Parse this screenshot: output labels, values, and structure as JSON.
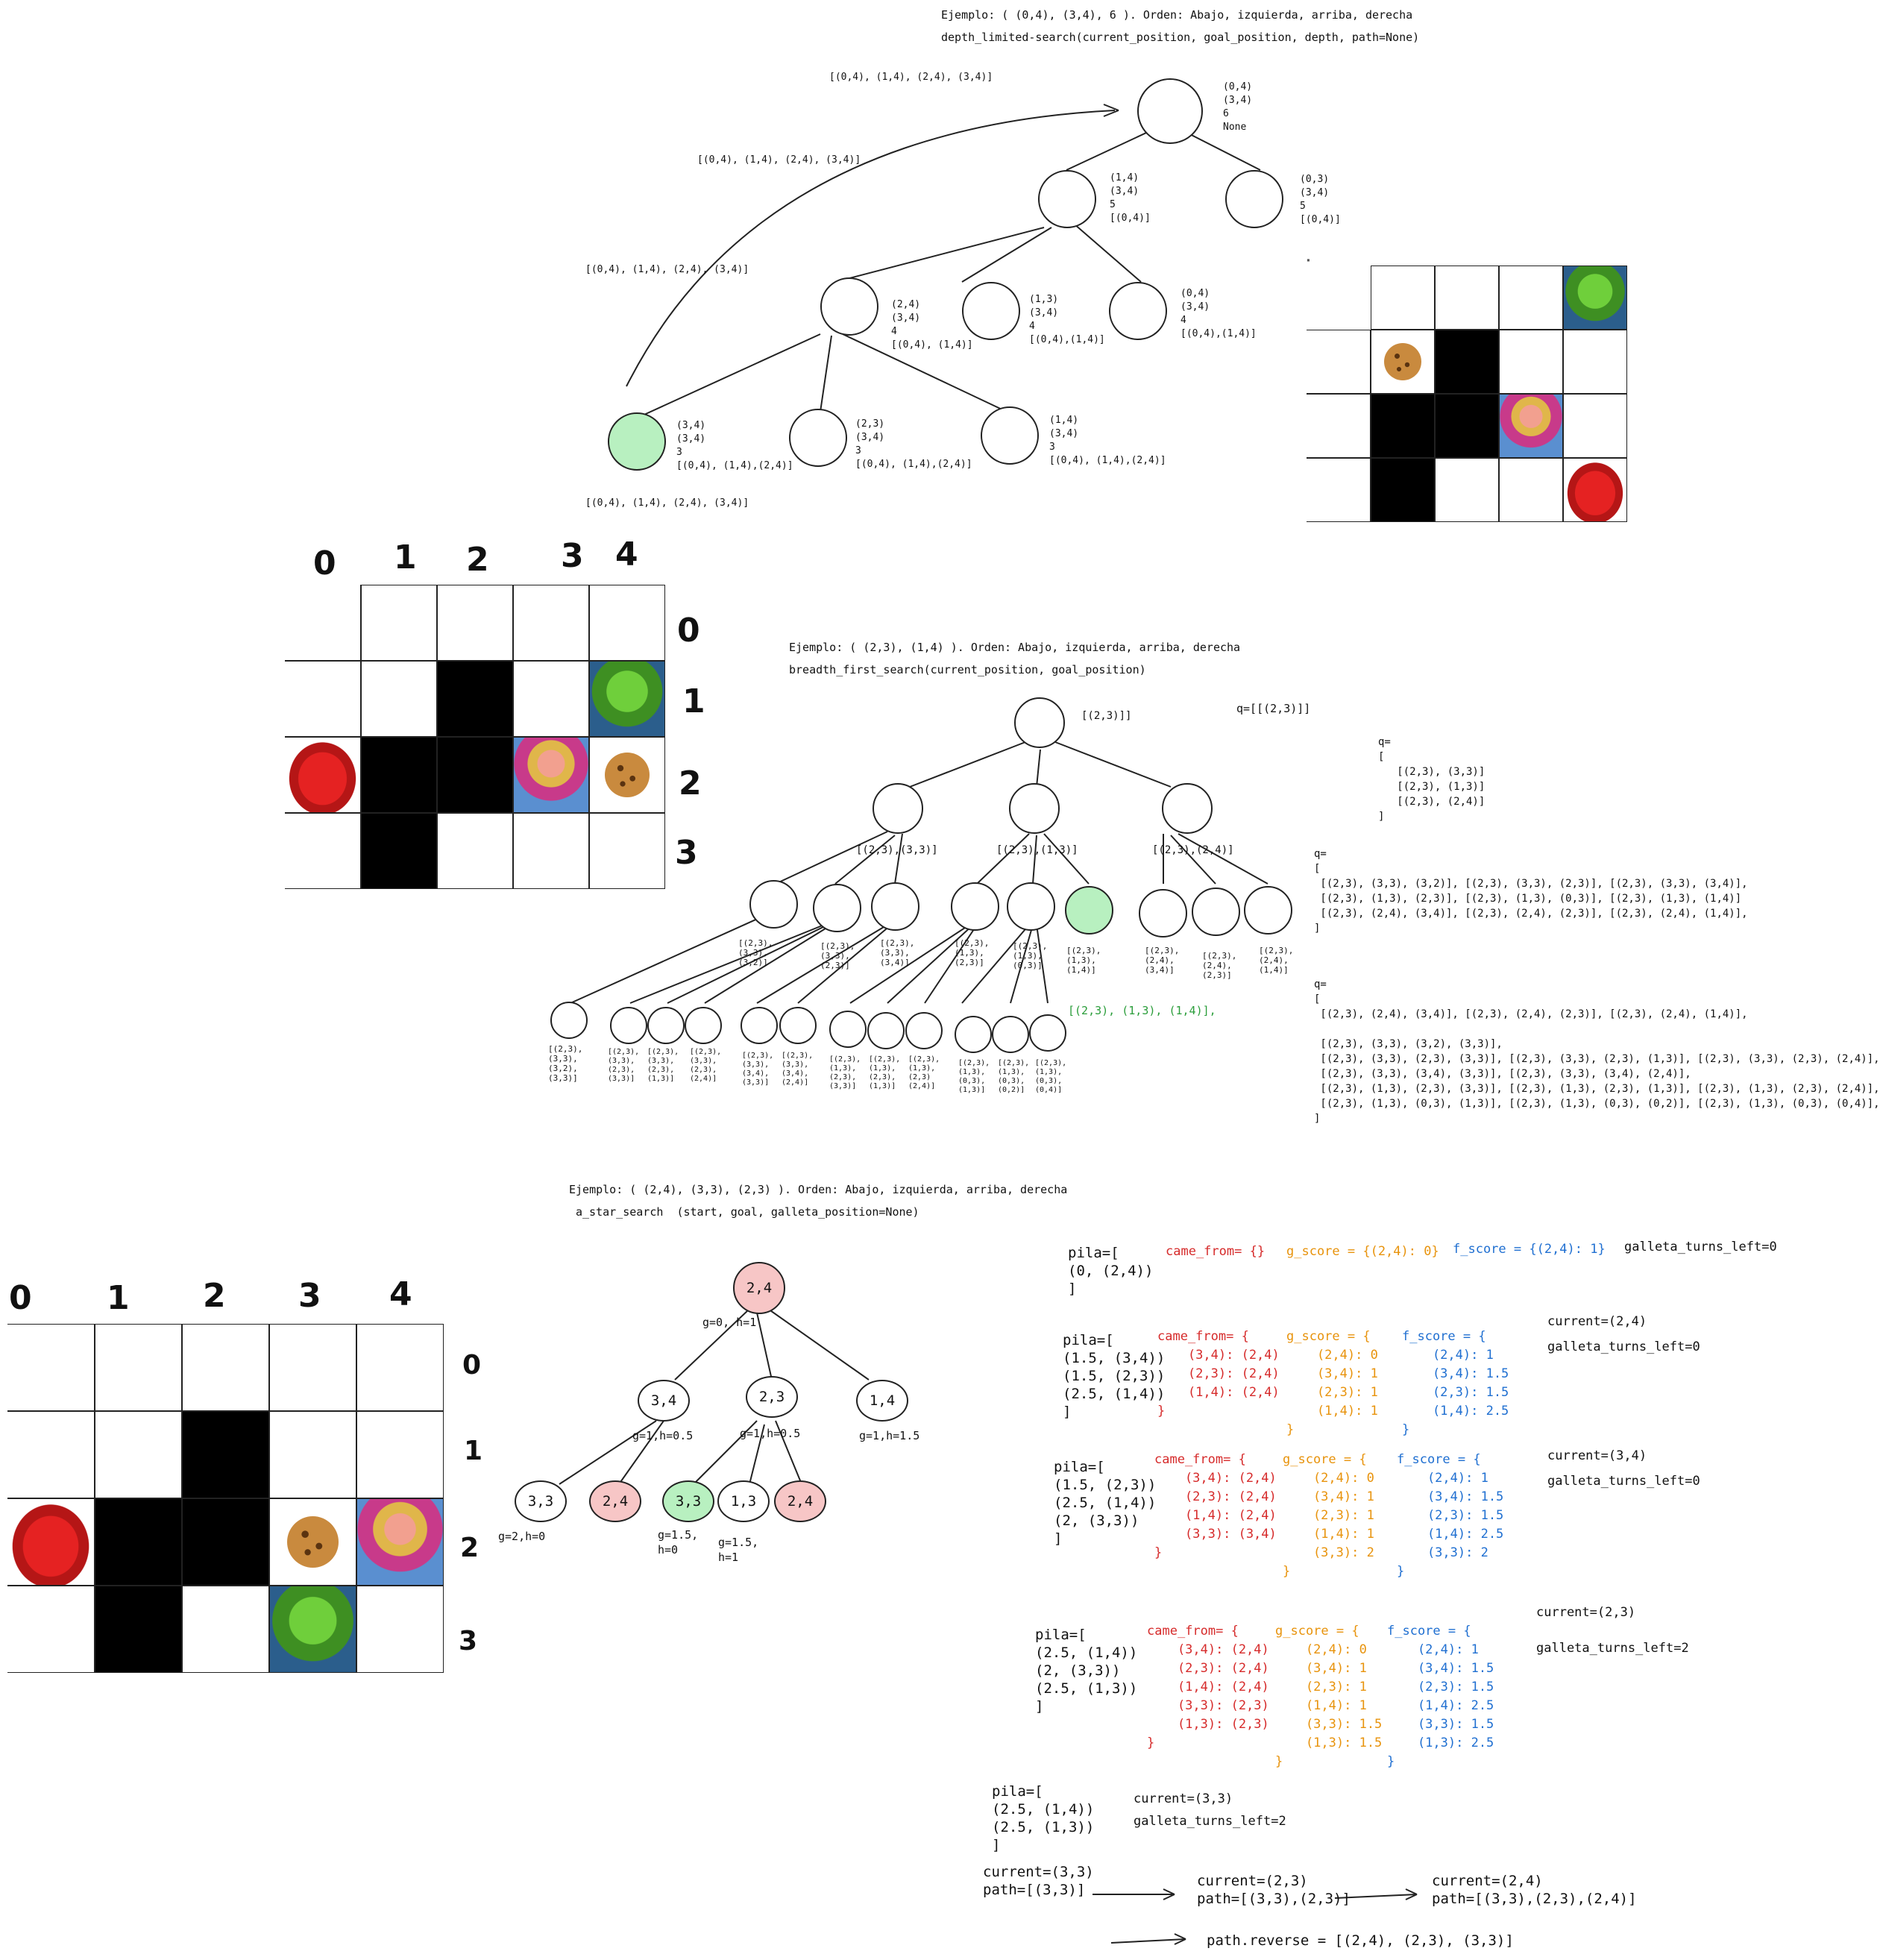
{
  "dls": {
    "title": "Ejemplo: ( (0,4), (3,4), 6 ). Orden: Abajo, izquierda, arriba, derecha",
    "signature": "depth_limited-search(current_position, goal_position, depth, path=None)",
    "arrow_labels": [
      "[(0,4), (1,4), (2,4), (3,4)]",
      "[(0,4), (1,4), (2,4), (3,4)]",
      "[(0,4), (1,4), (2,4), (3,4)]",
      "[(0,4), (1,4), (2,4), (3,4)]"
    ],
    "nodes": [
      {
        "label": "(0,4)\n(3,4)\n6\nNone"
      },
      {
        "label": "(1,4)\n(3,4)\n5\n[(0,4)]"
      },
      {
        "label": "(0,3)\n(3,4)\n5\n[(0,4)]"
      },
      {
        "label": "(2,4)\n(3,4)\n4\n[(0,4), (1,4)]"
      },
      {
        "label": "(1,3)\n(3,4)\n4\n[(0,4),(1,4)]"
      },
      {
        "label": "(0,4)\n(3,4)\n4\n[(0,4),(1,4)]"
      },
      {
        "label": "(3,4)\n(3,4)\n3\n[(0,4), (1,4),(2,4)]"
      },
      {
        "label": "(2,3)\n(3,4)\n3\n[(0,4), (1,4),(2,4)]"
      },
      {
        "label": "(1,4)\n(3,4)\n3\n[(0,4), (1,4),(2,4)]"
      }
    ]
  },
  "grid1": {
    "cols": [
      "0",
      "1",
      "2",
      "3",
      "4"
    ],
    "rows": [
      "0",
      "1",
      "2",
      "3"
    ]
  },
  "grid2": {
    "cols": [
      "0",
      "1",
      "2",
      "3",
      "4"
    ],
    "rows": [
      "0",
      "1",
      "2",
      "3"
    ]
  },
  "bfs": {
    "title": "Ejemplo: ( (2,3), (1,4) ). Orden: Abajo, izquierda, arriba, derecha",
    "signature": "breadth_first_search(current_position, goal_position)",
    "root_label": "[(2,3)]]",
    "branch_labels": [
      "[(2,3),(3,3)]",
      "[(2,3),(1,3)]",
      "[(2,3),(2,4)]"
    ],
    "found_label": "[(2,3), (1,3), (1,4)],",
    "level2_labels": [
      "[(2,3),\n(3,3),\n(3,2)]",
      "[(2,3),\n(3,3),\n(2,3)]",
      "[(2,3),\n(3,3),\n(3,4)]",
      "[(2,3),\n(1,3),\n(2,3)]",
      "[(2,3),\n(1,3),\n(0,3)]",
      "[(2,3),\n(1,3),\n(1,4)]",
      "[(2,3),\n(2,4),\n(3,4)]",
      "[(2,3),\n(2,4),\n(2,3)]",
      "[(2,3),\n(2,4),\n(1,4)]"
    ],
    "level3_labels": [
      "[(2,3),\n(3,3),\n(3,2),\n(3,3)]",
      "[(2,3),\n(3,3),\n(2,3),\n(3,3)]",
      "[(2,3),\n(3,3),\n(2,3),\n(1,3)]",
      "[(2,3),\n(3,3),\n(2,3),\n(2,4)]",
      "[(2,3),\n(3,3),\n(3,4),\n(3,3)]",
      "[(2,3),\n(3,3),\n(3,4),\n(2,4)]",
      "[(2,3),\n(1,3),\n(2,3),\n(3,3)]",
      "[(2,3),\n(1,3),\n(2,3),\n(1,3)]",
      "[(2,3),\n(1,3),\n(2,3)\n(2,4)]",
      "[(2,3),\n(1,3),\n(0,3),\n(1,3)]",
      "[(2,3),\n(1,3),\n(0,3),\n(0,2)]",
      "[(2,3),\n(1,3),\n(0,3),\n(0,4)]"
    ],
    "q1": "q=[[(2,3)]]",
    "q2": "q=\n[\n   [(2,3), (3,3)]\n   [(2,3), (1,3)]\n   [(2,3), (2,4)]\n]",
    "q3": "q=\n[\n [(2,3), (3,3), (3,2)], [(2,3), (3,3), (2,3)], [(2,3), (3,3), (3,4)],\n [(2,3), (1,3), (2,3)], [(2,3), (1,3), (0,3)], [(2,3), (1,3), (1,4)]\n [(2,3), (2,4), (3,4)], [(2,3), (2,4), (2,3)], [(2,3), (2,4), (1,4)],\n]",
    "q4": "q=\n[\n [(2,3), (2,4), (3,4)], [(2,3), (2,4), (2,3)], [(2,3), (2,4), (1,4)],\n\n [(2,3), (3,3), (3,2), (3,3)],\n [(2,3), (3,3), (2,3), (3,3)], [(2,3), (3,3), (2,3), (1,3)], [(2,3), (3,3), (2,3), (2,4)],\n [(2,3), (3,3), (3,4), (3,3)], [(2,3), (3,3), (3,4), (2,4)],\n [(2,3), (1,3), (2,3), (3,3)], [(2,3), (1,3), (2,3), (1,3)], [(2,3), (1,3), (2,3), (2,4)],\n [(2,3), (1,3), (0,3), (1,3)], [(2,3), (1,3), (0,3), (0,2)], [(2,3), (1,3), (0,3), (0,4)],\n]"
  },
  "astar": {
    "title": "Ejemplo: ( (2,4), (3,3), (2,3) ). Orden: Abajo, izquierda, arriba, derecha",
    "signature": "a_star_search  (start, goal, galleta_position=None)",
    "nodes": [
      "2,4",
      "3,4",
      "2,3",
      "1,4",
      "3,3",
      "2,4",
      "3,3",
      "1,3",
      "2,4"
    ],
    "scores": [
      "g=0, h=1",
      "g=1,h=0.5",
      "g=1,h=0.5",
      "g=1,h=1.5",
      "g=2,h=0",
      "g=1.5,\nh=0",
      "g=1.5,\nh=1"
    ],
    "state0": {
      "pila": "pila=[\n(0, (2,4))\n]",
      "came": "came_from= {}",
      "g": "g_score = {(2,4): 0}",
      "f": "f_score = {(2,4): 1}",
      "extra": "galleta_turns_left=0"
    },
    "state1": {
      "pila": "pila=[\n(1.5, (3,4))\n(1.5, (2,3))\n(2.5, (1,4))\n]",
      "came": "came_from= {\n    (3,4): (2,4)\n    (2,3): (2,4)\n    (1,4): (2,4)\n}",
      "g": "g_score = {\n    (2,4): 0\n    (3,4): 1\n    (2,3): 1\n    (1,4): 1\n}",
      "f": "f_score = {\n    (2,4): 1\n    (3,4): 1.5\n    (2,3): 1.5\n    (1,4): 2.5\n}",
      "extra": "current=(2,4)\ngalleta_turns_left=0"
    },
    "state2": {
      "pila": "pila=[\n(1.5, (2,3))\n(2.5, (1,4))\n(2, (3,3))\n]",
      "came": "came_from= {\n    (3,4): (2,4)\n    (2,3): (2,4)\n    (1,4): (2,4)\n    (3,3): (3,4)\n}",
      "g": "g_score = {\n    (2,4): 0\n    (3,4): 1\n    (2,3): 1\n    (1,4): 1\n    (3,3): 2\n}",
      "f": "f_score = {\n    (2,4): 1\n    (3,4): 1.5\n    (2,3): 1.5\n    (1,4): 2.5\n    (3,3): 2\n}",
      "extra": "current=(3,4)\ngalleta_turns_left=0"
    },
    "state3": {
      "pila": "pila=[\n(2.5, (1,4))\n(2, (3,3))\n(2.5, (1,3))\n]",
      "came": "came_from= {\n    (3,4): (2,4)\n    (2,3): (2,4)\n    (1,4): (2,4)\n    (3,3): (2,3)\n    (1,3): (2,3)\n}",
      "g": "g_score = {\n    (2,4): 0\n    (3,4): 1\n    (2,3): 1\n    (1,4): 1\n    (3,3): 1.5\n    (1,3): 1.5\n}",
      "f": "f_score = {\n    (2,4): 1\n    (3,4): 1.5\n    (2,3): 1.5\n    (1,4): 2.5\n    (3,3): 1.5\n    (1,3): 2.5\n}",
      "extra": "current=(2,3)\n\ngalleta_turns_left=2"
    },
    "state4": {
      "pila": "pila=[\n(2.5, (1,4))\n(2.5, (1,3))\n]",
      "extra": "current=(3,3)\n\ngalleta_turns_left=2"
    },
    "path": [
      "current=(3,3)\npath=[(3,3)]",
      "current=(2,3)\npath=[(3,3),(2,3)]",
      "current=(2,4)\npath=[(3,3),(2,3),(2,4)]"
    ],
    "final": "path.reverse = [(2,4), (2,3), (3,3)]"
  }
}
